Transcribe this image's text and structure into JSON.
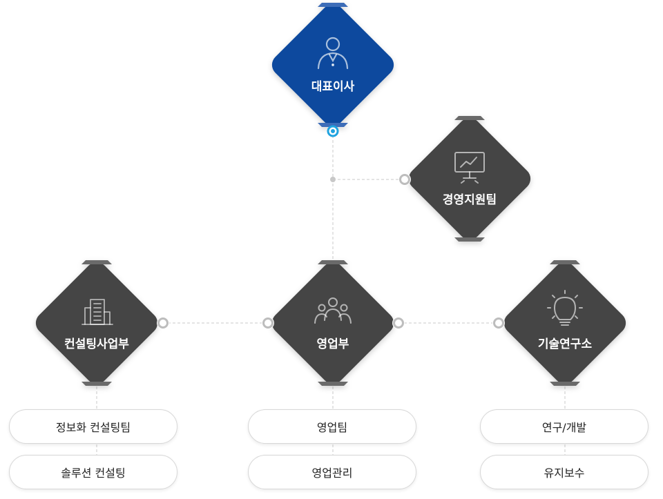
{
  "org": {
    "ceo": {
      "label": "대표이사",
      "icon": "person-icon"
    },
    "management_support": {
      "label": "경영지원팀",
      "icon": "monitor-chart-icon"
    },
    "consulting": {
      "label": "컨설팅사업부",
      "icon": "building-icon"
    },
    "sales": {
      "label": "영업부",
      "icon": "group-icon"
    },
    "research": {
      "label": "기술연구소",
      "icon": "lightbulb-icon"
    }
  },
  "teams": {
    "consulting": [
      "정보화 컨설팅팀",
      "솔루션 컨설팅"
    ],
    "sales": [
      "영업팀",
      "영업관리"
    ],
    "research": [
      "연구/개발",
      "유지보수"
    ]
  },
  "colors": {
    "ceo_fill": "#0d4a9e",
    "department_fill": "#454545",
    "connector_accent": "#1fa3e0",
    "line": "#c8c8c8"
  }
}
